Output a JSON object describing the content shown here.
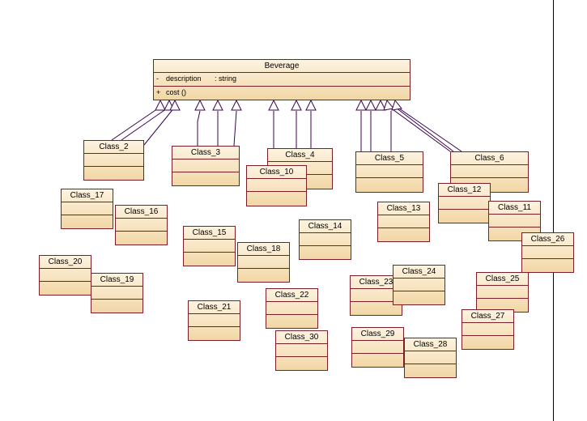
{
  "beverage": {
    "name": "Beverage",
    "attribute": {
      "visibility": "-",
      "name": "description",
      "type": ": string"
    },
    "operation": {
      "visibility": "+",
      "signature": "cost ()"
    }
  },
  "classes": {
    "c2": "Class_2",
    "c3": "Class_3",
    "c4": "Class_4",
    "c5": "Class_5",
    "c6": "Class_6",
    "c10": "Class_10",
    "c11": "Class_11",
    "c12": "Class_12",
    "c13": "Class_13",
    "c14": "Class_14",
    "c15": "Class_15",
    "c16": "Class_16",
    "c17": "Class_17",
    "c18": "Class_18",
    "c19": "Class_19",
    "c20": "Class_20",
    "c21": "Class_21",
    "c22": "Class_22",
    "c23": "Class_23",
    "c24": "Class_24",
    "c25": "Class_25",
    "c26": "Class_26",
    "c27": "Class_27",
    "c28": "Class_28",
    "c29": "Class_29",
    "c30": "Class_30"
  },
  "relations": [
    {
      "from": "Class_2",
      "to": "Beverage",
      "type": "generalization"
    },
    {
      "from": "Class_3",
      "to": "Beverage",
      "type": "generalization"
    },
    {
      "from": "Class_4",
      "to": "Beverage",
      "type": "generalization"
    },
    {
      "from": "Class_5",
      "to": "Beverage",
      "type": "generalization"
    },
    {
      "from": "Class_6",
      "to": "Beverage",
      "type": "generalization"
    }
  ],
  "colors": {
    "border": "#7a1f2a",
    "fill_top": "#fdf3e0",
    "fill_bottom": "#f2d7a6",
    "connector": "#3a0050"
  }
}
